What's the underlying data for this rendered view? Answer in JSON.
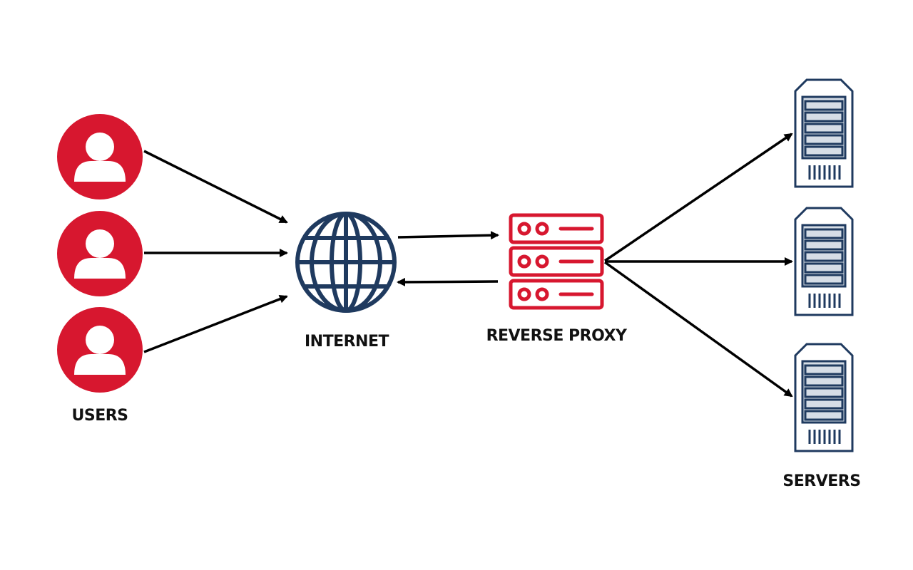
{
  "labels": {
    "users": "USERS",
    "internet": "INTERNET",
    "proxy": "REVERSE PROXY",
    "servers": "SERVERS"
  },
  "colors": {
    "user_fill": "#d7172f",
    "proxy_stroke": "#d7172f",
    "globe_stroke": "#1f3a5f",
    "server_stroke": "#1f3a5f",
    "arrow": "#000000"
  },
  "icons": {
    "users": [
      "user-icon",
      "user-icon",
      "user-icon"
    ],
    "internet": "globe-icon",
    "proxy": "server-rack-icon",
    "servers": [
      "server-tower-icon",
      "server-tower-icon",
      "server-tower-icon"
    ]
  }
}
